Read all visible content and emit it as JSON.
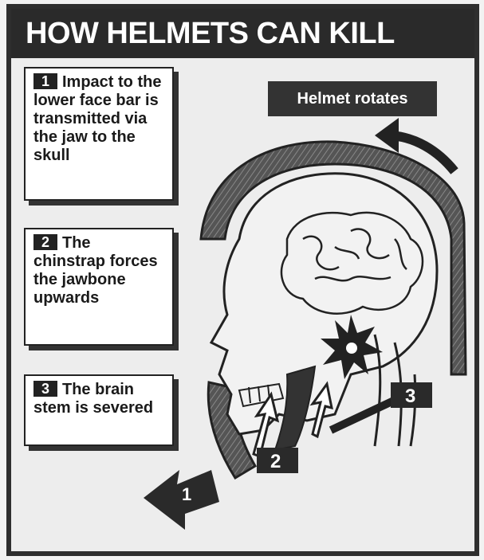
{
  "title": "HOW HELMETS CAN KILL",
  "helmet_label": "Helmet rotates",
  "callouts": [
    {
      "number": "1",
      "text": "Impact to the lower face bar is transmitted via the jaw to the skull"
    },
    {
      "number": "2",
      "text": "The chinstrap forces the jawbone upwards"
    },
    {
      "number": "3",
      "text": "The brain stem is severed"
    }
  ],
  "diagram_markers": [
    "1",
    "2",
    "3"
  ]
}
